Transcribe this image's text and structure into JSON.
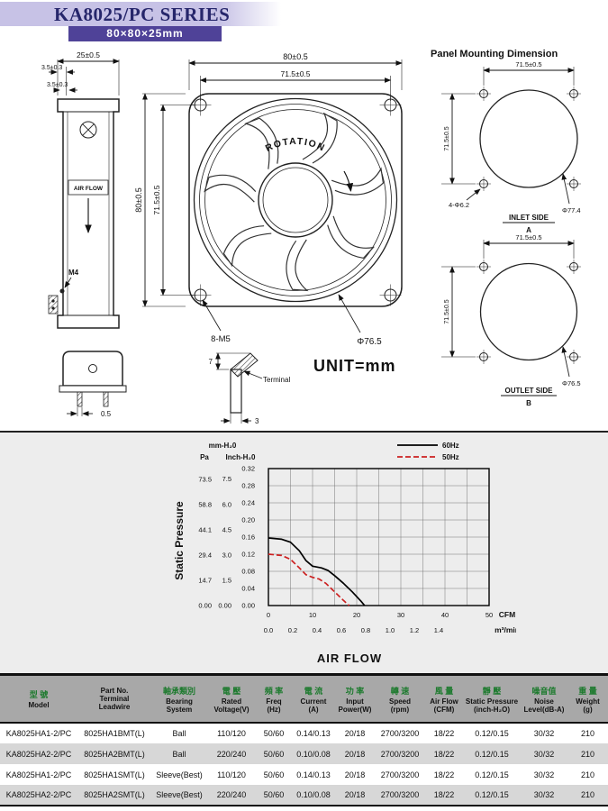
{
  "header": {
    "title": "KA8025/PC SERIES",
    "size_badge": "80×80×25mm"
  },
  "colors": {
    "header_band": "#c7c2e6",
    "badge_bg": "#4f4298",
    "title_text": "#26266b",
    "table_header_bg": "#a8a8a8",
    "row_alt": "#d7d7d7",
    "cjk_green": "#1c7a2d",
    "section_bg": "#ededed",
    "curve_60hz": "#000000",
    "curve_50hz": "#cc2020"
  },
  "drawings": {
    "side_view": {
      "dim_width": "25±0.5",
      "dim_flange1": "3.5±0.3",
      "dim_flange2": "3.5±0.3",
      "air_flow": "AIR FLOW",
      "screw": "M4"
    },
    "front_view": {
      "dim_outer_h": "80±0.5",
      "dim_inner_h": "71.5±0.5",
      "dim_outer_v": "80±0.5",
      "dim_inner_v": "71.5±0.5",
      "rotation": "ROTATION",
      "holes": "8-M5",
      "dia": "Φ76.5"
    },
    "panel": {
      "title": "Panel Mounting Dimension",
      "inlet": {
        "dim_h": "71.5±0.5",
        "dim_v": "71.5±0.5",
        "holes": "4-Φ6.2",
        "dia": "Φ77.4",
        "side": "INLET SIDE",
        "mark": "A"
      },
      "outlet": {
        "dim_h": "71.5±0.5",
        "dim_v": "71.5±0.5",
        "dia": "Φ76.5",
        "side": "OUTLET SIDE",
        "mark": "B"
      }
    },
    "plug": {
      "dim": "0.5"
    },
    "terminal": {
      "dim_height": "7",
      "label": "Terminal",
      "dim_width": "3"
    },
    "unit": "UNIT=mm"
  },
  "chart_data": {
    "type": "line",
    "title": "",
    "xlabel": "AIR FLOW",
    "ylabel": "Static Pressure",
    "legend_position": "top-right",
    "grid": {
      "x_divisions": 10,
      "y_divisions": 8
    },
    "x_axes": [
      {
        "unit": "CFM",
        "ticks": [
          "0",
          "10",
          "20",
          "30",
          "40",
          "50"
        ],
        "max": 50
      },
      {
        "unit": "m³/min",
        "ticks": [
          "0.0",
          "0.2",
          "0.4",
          "0.6",
          "0.8",
          "1.0",
          "1.2",
          "1.4"
        ]
      }
    ],
    "y_axes": [
      {
        "unit": "Pa",
        "ticks": [
          "73.5",
          "58.8",
          "44.1",
          "29.4",
          "14.7",
          "0.00"
        ]
      },
      {
        "unit": "mm-H₂0",
        "ticks": [
          "7.5",
          "6.0",
          "4.5",
          "3.0",
          "1.5",
          "0.00"
        ]
      },
      {
        "unit": "Inch-H₂0",
        "ticks": [
          "0.32",
          "0.28",
          "0.24",
          "0.20",
          "0.16",
          "0.12",
          "0.08",
          "0.04",
          "0.00"
        ],
        "max": 0.32
      }
    ],
    "legend": [
      {
        "name": "60Hz",
        "color": "#000000",
        "dash": "solid"
      },
      {
        "name": "50Hz",
        "color": "#cc2020",
        "dash": "dashed"
      }
    ],
    "series": [
      {
        "name": "60Hz",
        "points": [
          [
            0,
            0.158
          ],
          [
            3,
            0.155
          ],
          [
            5,
            0.148
          ],
          [
            7,
            0.128
          ],
          [
            8.5,
            0.105
          ],
          [
            10,
            0.092
          ],
          [
            12,
            0.088
          ],
          [
            13.5,
            0.082
          ],
          [
            15,
            0.07
          ],
          [
            17,
            0.052
          ],
          [
            19,
            0.032
          ],
          [
            21,
            0.01
          ],
          [
            21.8,
            0.0
          ]
        ]
      },
      {
        "name": "50Hz",
        "points": [
          [
            0,
            0.12
          ],
          [
            3,
            0.117
          ],
          [
            5,
            0.108
          ],
          [
            7,
            0.088
          ],
          [
            8.5,
            0.072
          ],
          [
            10,
            0.066
          ],
          [
            11.5,
            0.062
          ],
          [
            13,
            0.052
          ],
          [
            15,
            0.032
          ],
          [
            17,
            0.012
          ],
          [
            18.3,
            0.0
          ]
        ]
      }
    ]
  },
  "table": {
    "headers": [
      {
        "zh": "型 號",
        "en": [
          "Model"
        ]
      },
      {
        "zh": "",
        "en": [
          "Part No.",
          "Terminal",
          "Leadwire"
        ]
      },
      {
        "zh": "軸承類別",
        "en": [
          "Bearing",
          "System"
        ]
      },
      {
        "zh": "電 壓",
        "en": [
          "Rated",
          "Voltage(V)"
        ]
      },
      {
        "zh": "頻 率",
        "en": [
          "Freq",
          "(Hz)"
        ]
      },
      {
        "zh": "電 流",
        "en": [
          "Current",
          "(A)"
        ]
      },
      {
        "zh": "功 率",
        "en": [
          "Input",
          "Power(W)"
        ]
      },
      {
        "zh": "轉 速",
        "en": [
          "Speed",
          "(rpm)"
        ]
      },
      {
        "zh": "風 量",
        "en": [
          "Air Flow",
          "(CFM)"
        ]
      },
      {
        "zh": "靜 壓",
        "en": [
          "Static Pressure",
          "(inch-H₂O)"
        ]
      },
      {
        "zh": "噪音值",
        "en": [
          "Noise",
          "Level(dB-A)"
        ]
      },
      {
        "zh": "重 量",
        "en": [
          "Weight",
          "(g)"
        ]
      }
    ],
    "rows": [
      [
        "KA8025HA1-2/PC",
        "8025HA1BMT(L)",
        "Ball",
        "110/120",
        "50/60",
        "0.14/0.13",
        "20/18",
        "2700/3200",
        "18/22",
        "0.12/0.15",
        "30/32",
        "210"
      ],
      [
        "KA8025HA2-2/PC",
        "8025HA2BMT(L)",
        "Ball",
        "220/240",
        "50/60",
        "0.10/0.08",
        "20/18",
        "2700/3200",
        "18/22",
        "0.12/0.15",
        "30/32",
        "210"
      ],
      [
        "KA8025HA1-2/PC",
        "8025HA1SMT(L)",
        "Sleeve(Best)",
        "110/120",
        "50/60",
        "0.14/0.13",
        "20/18",
        "2700/3200",
        "18/22",
        "0.12/0.15",
        "30/32",
        "210"
      ],
      [
        "KA8025HA2-2/PC",
        "8025HA2SMT(L)",
        "Sleeve(Best)",
        "220/240",
        "50/60",
        "0.10/0.08",
        "20/18",
        "2700/3200",
        "18/22",
        "0.12/0.15",
        "30/32",
        "210"
      ]
    ]
  }
}
